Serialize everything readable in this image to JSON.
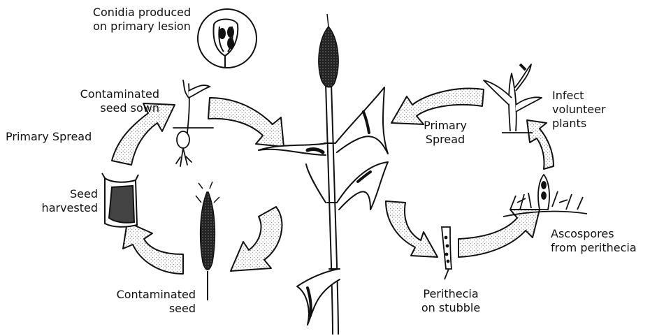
{
  "labels": {
    "conidia": [
      "Conidia produced",
      "on primary lesion"
    ],
    "contaminated_seed_sown": [
      "Contaminated",
      "seed sown"
    ],
    "primary_spread_left": [
      "Primary Spread"
    ],
    "seed_harvested": [
      "Seed",
      "harvested"
    ],
    "contaminated_seed": [
      "Contaminated",
      "seed"
    ],
    "primary_spread_right": [
      "Primary",
      "Spread"
    ],
    "infect_volunteer": [
      "Infect",
      "volunteer",
      "plants"
    ],
    "ascospores": [
      "Ascospores",
      "from perithecia"
    ],
    "perithecia": [
      "Perithecia",
      "on stubble"
    ]
  }
}
